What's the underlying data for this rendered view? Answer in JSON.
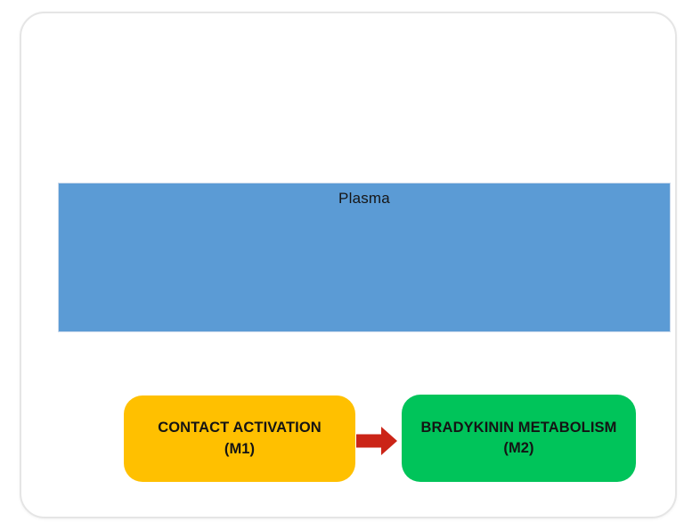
{
  "diagram": {
    "container": {
      "label": "Plasma",
      "background_color": "#5b9bd5",
      "border_color": "#c9d9ec"
    },
    "nodes": [
      {
        "id": "M1",
        "line1": "CONTACT ACTIVATION",
        "line2": "(M1)",
        "color": "#ffc000"
      },
      {
        "id": "M2",
        "line1": "BRADYKININ METABOLISM",
        "line2": "(M2)",
        "color": "#00c45a"
      }
    ],
    "arrow": {
      "from": "M1",
      "to": "M2",
      "direction": "right",
      "color": "#cb2417"
    },
    "card": {
      "background_color": "#ffffff",
      "border_color": "#e5e5e5"
    },
    "text_color": "#141414"
  }
}
